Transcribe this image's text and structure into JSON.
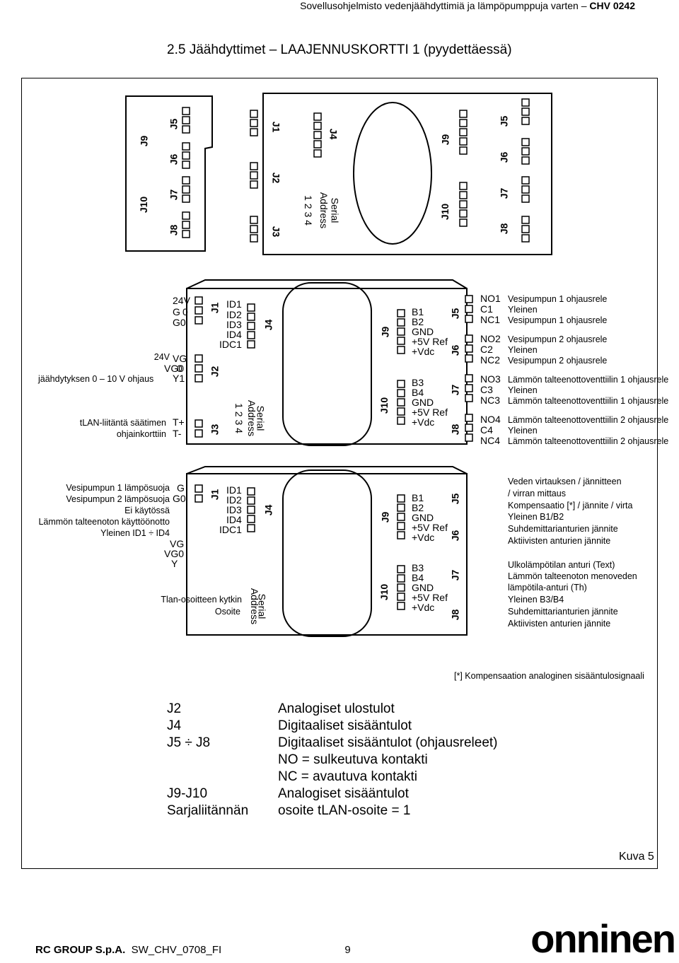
{
  "header": {
    "text": "Sovellusohjelmisto vedenjäähdyttimiä ja lämpöpumppuja varten – ",
    "code": "CHV 0242"
  },
  "title": "2.5    Jäähdyttimet – LAAJENNUSKORTTI 1 (pyydettäessä)",
  "board_top": {
    "labels": [
      "J5",
      "J9",
      "J6",
      "J10",
      "J7",
      "J8",
      "J1",
      "J2",
      "J3",
      "J4",
      "Serial",
      "Address",
      "1 2 3 4",
      "J9",
      "J10",
      "J5",
      "J6",
      "J7",
      "J8"
    ]
  },
  "board_mid": {
    "left_labels": [
      "24V",
      "jäähdytyksen 0 – 10 V ohjaus",
      "tLAN-liitäntä säätimen",
      "ohjainkorttiin"
    ],
    "pins_left": [
      "24V",
      "G",
      "G0",
      "VG",
      "VG0",
      "Y1",
      "T+",
      "T-"
    ],
    "pins_mid": [
      "ID1",
      "ID2",
      "ID3",
      "ID4",
      "IDC1"
    ],
    "pins_j9": [
      "B1",
      "B2",
      "GND",
      "+5V Ref",
      "+Vdc"
    ],
    "pins_j10": [
      "B3",
      "B4",
      "GND",
      "+5V Ref",
      "+Vdc"
    ],
    "pins_relay": [
      "NO1",
      "C1",
      "NC1",
      "NO2",
      "C2",
      "NC2",
      "NO3",
      "C3",
      "NC3",
      "NO4",
      "C4",
      "NC4"
    ],
    "relay_descriptions": [
      "Vesipumpun 1 ohjausrele",
      "Yleinen",
      "Vesipumpun 1 ohjausrele",
      "Vesipumpun 2 ohjausrele",
      "Yleinen",
      "Vesipumpun 2 ohjausrele",
      "Lämmön talteenottoventtiilin 1 ohjausrele",
      "Yleinen",
      "Lämmön talteenottoventtiilin 1 ohjausrele",
      "Lämmön talteenottoventtiilin 2 ohjausrele",
      "Yleinen",
      "Lämmön talteenottoventtiilin 2 ohjausrele"
    ],
    "zero1": "0",
    "zero2": "0",
    "board_labels": [
      "J1",
      "J2",
      "J3",
      "J4",
      "J9",
      "J10",
      "J5",
      "J6",
      "J7",
      "J8",
      "Serial",
      "Address",
      "1 2 3 4"
    ]
  },
  "board_bottom": {
    "left_labels": [
      "Vesipumpun 1 lämpösuoja",
      "Vesipumpun 2 lämpösuoja",
      "Ei käytössä",
      "Lämmön talteenoton käyttöönotto",
      "Yleinen ID1 ÷ ID4"
    ],
    "tlan_labels": [
      "Tlan-osoitteen kytkin",
      "Osoite"
    ],
    "right_labels_top": [
      "Veden virtauksen / jännitteen",
      "/ virran mittaus",
      "Kompensaatio [*] / jännite / virta",
      "Yleinen B1/B2",
      "Suhdemittarianturien jännite",
      "Aktiivisten anturien jännite"
    ],
    "right_labels_bottom": [
      "Ulkolämpötilan anturi (Text)",
      "Lämmön talteenoton menoveden",
      "lämpötila-anturi (Th)",
      "Yleinen B3/B4",
      "Suhdemittarianturien jännite",
      "Aktiivisten anturien jännite"
    ],
    "pins_mid": [
      "ID1",
      "ID2",
      "ID3",
      "ID4",
      "IDC1"
    ],
    "pins_left": [
      "G",
      "G0",
      "VG",
      "VG0",
      "Y"
    ],
    "pins_j9": [
      "B1",
      "B2",
      "GND",
      "+5V Ref",
      "+Vdc"
    ],
    "pins_j10": [
      "B3",
      "B4",
      "GND",
      "+5V Ref",
      "+Vdc"
    ],
    "board_labels": [
      "J1",
      "J4",
      "J9",
      "J10",
      "J5",
      "J6",
      "J7",
      "J8",
      "Serial",
      "Address"
    ]
  },
  "footnote": "[*] Kompensaation analoginen sisääntulosignaali",
  "legend": [
    {
      "key": "J2",
      "value": "Analogiset ulostulot"
    },
    {
      "key": "J4",
      "value": "Digitaaliset sisääntulot"
    },
    {
      "key": "J5 ÷ J8",
      "value": "Digitaaliset sisääntulot (ohjausreleet)"
    },
    {
      "key": "",
      "value": "NO = sulkeutuva kontakti"
    },
    {
      "key": "",
      "value": "NC = avautuva kontakti"
    },
    {
      "key": "J9-J10",
      "value": "Analogiset sisääntulot"
    },
    {
      "key": "Sarjaliitännän",
      "value": "osoite  tLAN-osoite = 1"
    }
  ],
  "figure_label": "Kuva 5",
  "footer": {
    "company": "RC GROUP S.p.A.",
    "doc": "SW_CHV_0708_FI",
    "page": "9",
    "logo": "onninen"
  }
}
